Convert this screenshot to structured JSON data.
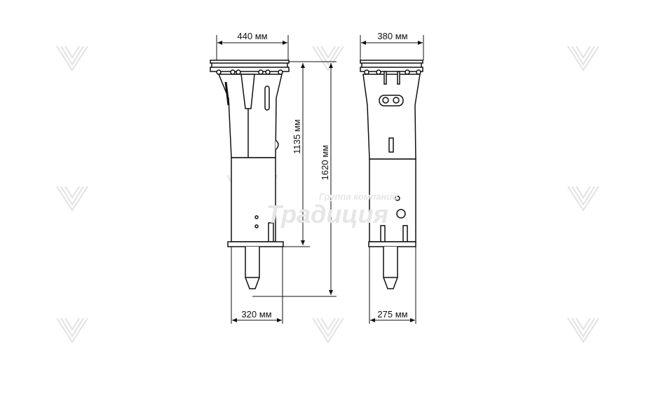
{
  "dimensions": {
    "front_width": "440 мм",
    "side_width": "380 мм",
    "body_height": "1135 мм",
    "total_height": "1620 мм",
    "front_base_width": "320 мм",
    "side_base_width": "275 мм"
  },
  "watermark": {
    "line1": "Группа компаний",
    "line2": "Традиция",
    "color": "#e6e6e6"
  },
  "line_color": "#111111"
}
